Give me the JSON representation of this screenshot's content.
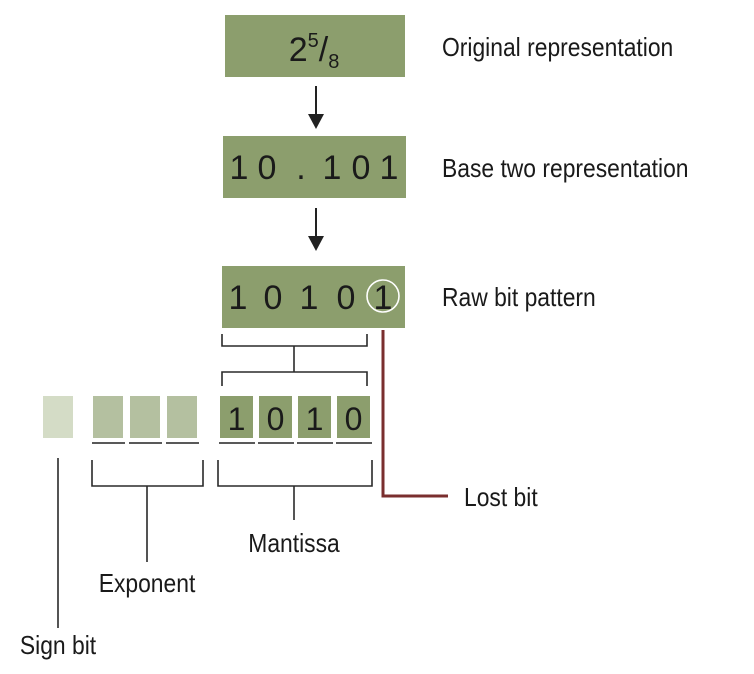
{
  "steps": [
    {
      "number": "25/8",
      "label": "Original representation"
    },
    {
      "number": "10.101",
      "label": "Base two representation"
    },
    {
      "number": "10101",
      "label": "Raw bit pattern"
    }
  ],
  "original_fraction": {
    "base": "2",
    "numerator": "5",
    "denominator": "8"
  },
  "base_two_digits": [
    "1",
    "0",
    ".",
    "1",
    "0",
    "1"
  ],
  "raw_bits": [
    "1",
    "0",
    "1",
    "0",
    "1"
  ],
  "stored": {
    "sign_bits": [
      ""
    ],
    "exponent_bits": [
      "",
      "",
      ""
    ],
    "mantissa_bits": [
      "1",
      "0",
      "1",
      "0"
    ]
  },
  "labels": {
    "mantissa": "Mantissa",
    "exponent": "Exponent",
    "sign_bit": "Sign bit",
    "lost_bit": "Lost bit"
  },
  "colors": {
    "box_fill": "#8c9e6d",
    "cell_light": "#b4c0a0",
    "cell_lightest": "#d4dcc6",
    "lost_bit_line": "#7a2e2e",
    "arrow": "#222222"
  }
}
